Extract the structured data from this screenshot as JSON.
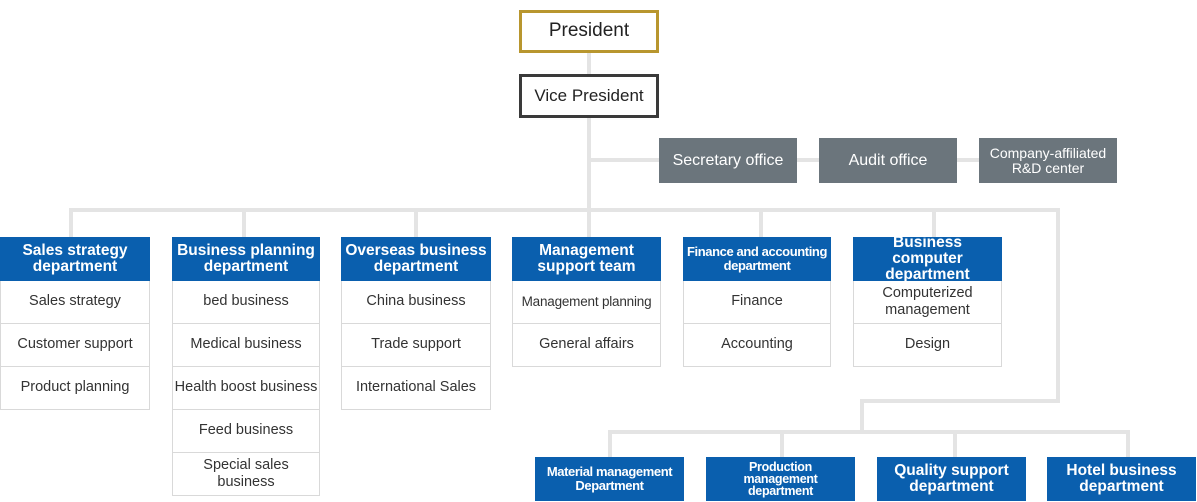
{
  "top": {
    "president": "President",
    "vice_president": "Vice President"
  },
  "staff_offices": [
    {
      "label": "Secretary office"
    },
    {
      "label": "Audit office"
    },
    {
      "label": "Company-affiliated R&D center"
    }
  ],
  "departments": [
    {
      "name": "Sales strategy department",
      "items": [
        "Sales strategy",
        "Customer support",
        "Product planning"
      ]
    },
    {
      "name": "Business planning department",
      "items": [
        "bed business",
        "Medical business",
        "Health boost business",
        "Feed business",
        "Special sales business"
      ]
    },
    {
      "name": "Overseas business department",
      "items": [
        "China business",
        "Trade support",
        "International Sales"
      ]
    },
    {
      "name": "Management support team",
      "items": [
        "Management planning",
        "General affairs"
      ]
    },
    {
      "name": "Finance and accounting department",
      "items": [
        "Finance",
        "Accounting"
      ]
    },
    {
      "name": "Business computer department",
      "items": [
        "Computerized management",
        "Design"
      ]
    }
  ],
  "lower_departments": [
    {
      "name": "Material management Department"
    },
    {
      "name": "Production management department"
    },
    {
      "name": "Quality support department"
    },
    {
      "name": "Hotel business department"
    }
  ],
  "colors": {
    "president_border": "#b8962e",
    "vice_president_border": "#3a3a3a",
    "staff_bg": "#6b757c",
    "department_bg": "#0a5fae",
    "connector": "#e4e4e4"
  }
}
